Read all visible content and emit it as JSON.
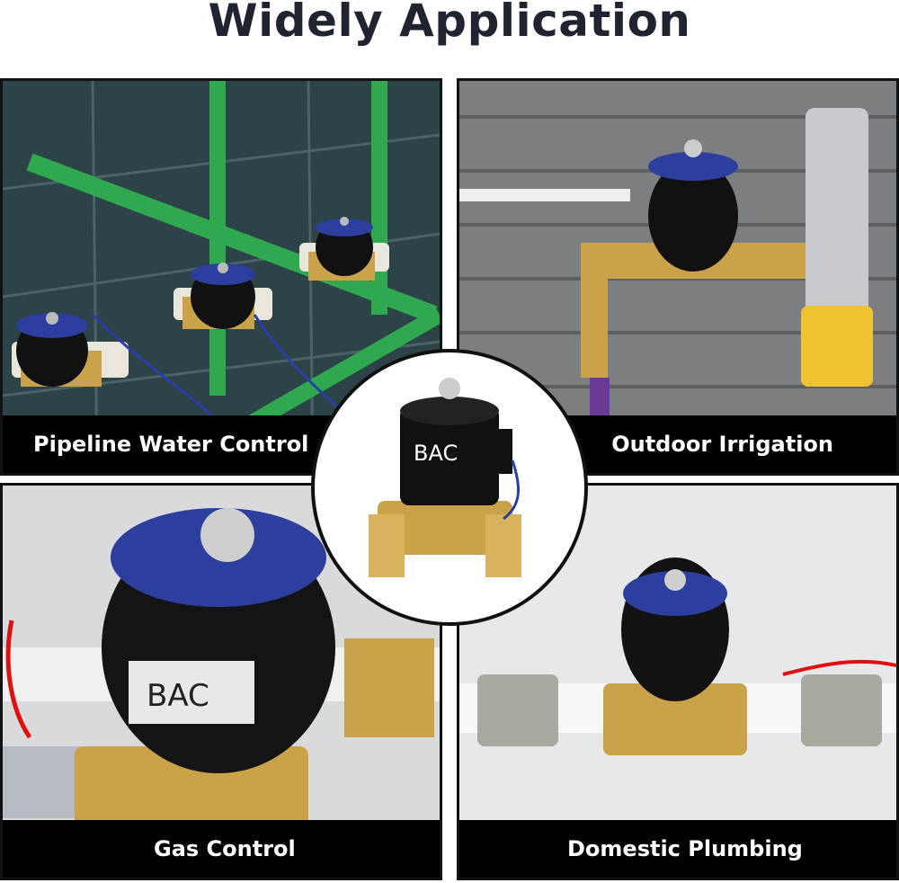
{
  "header": {
    "title": "Widely Application"
  },
  "panels": [
    {
      "caption": "Pipeline Water Control"
    },
    {
      "caption": "Outdoor Irrigation"
    },
    {
      "caption": "Gas Control"
    },
    {
      "caption": "Domestic Plumbing"
    }
  ],
  "product": {
    "brand_mark": "BAC"
  },
  "colors": {
    "coil_black": "#111111",
    "brass": "#c9a24a",
    "label_blue": "#2c3e9e",
    "pipe_green": "#2fa84f"
  }
}
